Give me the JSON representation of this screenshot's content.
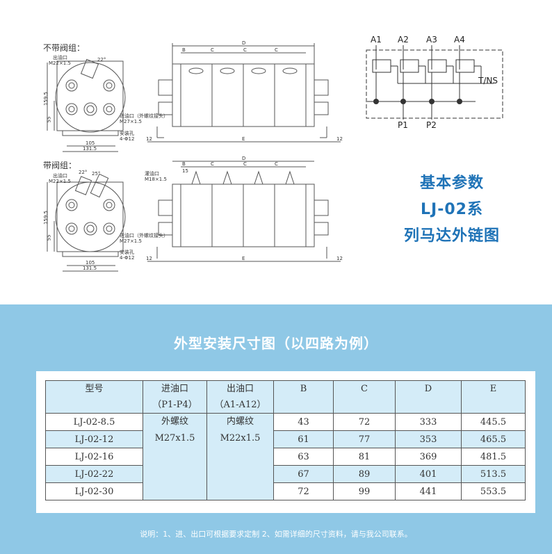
{
  "drawing": {
    "top_view_label": "不带阀组：",
    "bottom_view_label": "带阀组：",
    "outlet_label": "出油口",
    "outlet_thread": "M22×1.5",
    "inlet_label": "进油口（外螺纹接头）",
    "inlet_thread": "M27×1.5",
    "mount_label": "安装孔",
    "mount_spec": "4-Φ12",
    "fill_label": "灌油口",
    "fill_thread": "M18×1.5",
    "angle_22": "22°",
    "angle_25": "25°",
    "dim_159": "159.5",
    "dim_55": "55",
    "dim_105": "105",
    "dim_131": "131.5",
    "dim_12": "12",
    "dim_15": "15",
    "dim_B": "B",
    "dim_C": "C",
    "dim_D": "D",
    "dim_E": "E"
  },
  "schematic": {
    "outlets": [
      "A1",
      "A2",
      "A3",
      "A4"
    ],
    "inlets": [
      "P1",
      "P2"
    ],
    "return_label": "T/NS"
  },
  "title_block": {
    "line1": "基本参数",
    "line2": "LJ-02系",
    "line3": "列马达外链图"
  },
  "section_title": "外型安装尺寸图（以四路为例）",
  "table": {
    "headers": {
      "model": "型号",
      "inlet": "进油口",
      "inlet_sub": "（P1-P4）",
      "outlet": "出油口",
      "outlet_sub": "（A1-A12）",
      "b": "B",
      "c": "C",
      "d": "D",
      "e": "E"
    },
    "inlet_type": "外螺纹",
    "inlet_thread": "M27x1.5",
    "outlet_type": "内螺纹",
    "outlet_thread": "M22x1.5",
    "rows": [
      {
        "model": "LJ-02-8.5",
        "b": "43",
        "c": "72",
        "d": "333",
        "e": "445.5"
      },
      {
        "model": "LJ-02-12",
        "b": "61",
        "c": "77",
        "d": "353",
        "e": "465.5"
      },
      {
        "model": "LJ-02-16",
        "b": "63",
        "c": "81",
        "d": "369",
        "e": "481.5"
      },
      {
        "model": "LJ-02-22",
        "b": "67",
        "c": "89",
        "d": "401",
        "e": "513.5"
      },
      {
        "model": "LJ-02-30",
        "b": "72",
        "c": "99",
        "d": "441",
        "e": "553.5"
      }
    ]
  },
  "note": "说明：1、进、出口可根据要求定制  2、如需详细的尺寸资料，请与我公司联系。"
}
